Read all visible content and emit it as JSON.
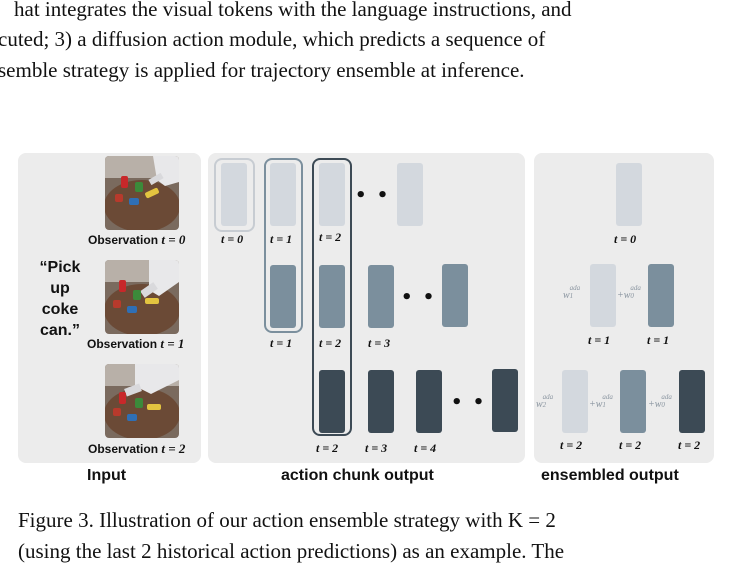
{
  "body_text": {
    "line1": "hat integrates the visual tokens with the language instructions, and",
    "line2": "cuted; 3) a diffusion action module, which predicts a sequence of",
    "line3": "semble strategy is applied for trajectory ensemble at inference."
  },
  "figure": {
    "input_panel": {
      "title": "Input",
      "instruction_lines": [
        "“Pick",
        "up",
        "coke",
        "can.”"
      ],
      "observations": [
        {
          "label": "Observation",
          "t": "t = 0"
        },
        {
          "label": "Observation",
          "t": "t = 1"
        },
        {
          "label": "Observation",
          "t": "t = 2"
        }
      ]
    },
    "chunk_panel": {
      "title": "action chunk output",
      "row1_labels": [
        "t = 0",
        "t = 1",
        "t = 2"
      ],
      "row2_labels": [
        "t = 1",
        "t = 2",
        "t = 3"
      ],
      "row3_labels": [
        "t = 2",
        "t = 3",
        "t = 4"
      ],
      "ellipsis": "• • •"
    },
    "ensemble_panel": {
      "title": "ensembled output",
      "row1_labels": [
        "t = 0"
      ],
      "row2_labels": [
        "t = 1",
        "t = 1"
      ],
      "row3_labels": [
        "t = 2",
        "t = 2",
        "t = 2"
      ],
      "weights": {
        "w1": "w",
        "w0": "+w",
        "w2": "w",
        "ada": "ada",
        "s0": "0",
        "s1": "1",
        "s2": "2"
      }
    },
    "colors": {
      "light": "#d3d8de",
      "mid": "#7b8f9d",
      "dark": "#3c4a55",
      "panel": "#ececec"
    }
  },
  "caption": {
    "line1": "Figure 3. Illustration of our action ensemble strategy with K = 2",
    "line2": "(using the last 2 historical action predictions) as an example. The"
  }
}
